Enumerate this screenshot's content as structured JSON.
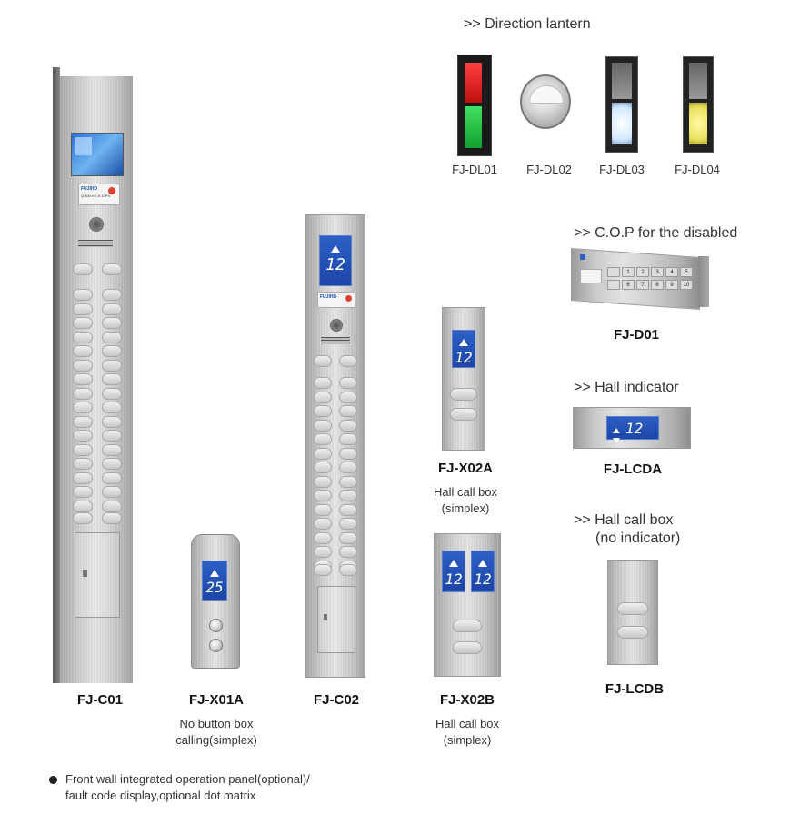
{
  "sections": {
    "direction_lantern": ">> Direction lantern",
    "cop_disabled": ">> C.O.P for the disabled",
    "hall_indicator": ">> Hall indicator",
    "hall_call_box_line1": ">> Hall call box",
    "hall_call_box_line2": "(no indicator)"
  },
  "lanterns": [
    {
      "label": "FJ-DL01"
    },
    {
      "label": "FJ-DL02"
    },
    {
      "label": "FJ-DL03"
    },
    {
      "label": "FJ-DL04"
    }
  ],
  "products": {
    "c01": {
      "label": "FJ-C01",
      "brand": "FUJIHD",
      "plate": "Q 800 KG 8 10PS"
    },
    "x01a": {
      "label": "FJ-X01A",
      "caption1": "No button box",
      "caption2": "calling(simplex)",
      "display": "25"
    },
    "c02": {
      "label": "FJ-C02",
      "display": "12",
      "brand": "FUJIHD"
    },
    "x02a": {
      "label": "FJ-X02A",
      "caption1": "Hall call box",
      "caption2": "(simplex)",
      "display": "12"
    },
    "x02b": {
      "label": "FJ-X02B",
      "caption1": "Hall call box",
      "caption2": "(simplex)",
      "display_left": "12",
      "display_right": "12"
    },
    "d01": {
      "label": "FJ-D01"
    },
    "lcda": {
      "label": "FJ-LCDA",
      "display": "12"
    },
    "lcdb": {
      "label": "FJ-LCDB"
    }
  },
  "footnote": {
    "line1": "Front wall integrated operation panel(optional)/",
    "line2": "fault code display,optional dot matrix"
  },
  "d01_keys": [
    "1",
    "2",
    "3",
    "4",
    "5",
    "6",
    "7",
    "8",
    "9",
    "10"
  ]
}
